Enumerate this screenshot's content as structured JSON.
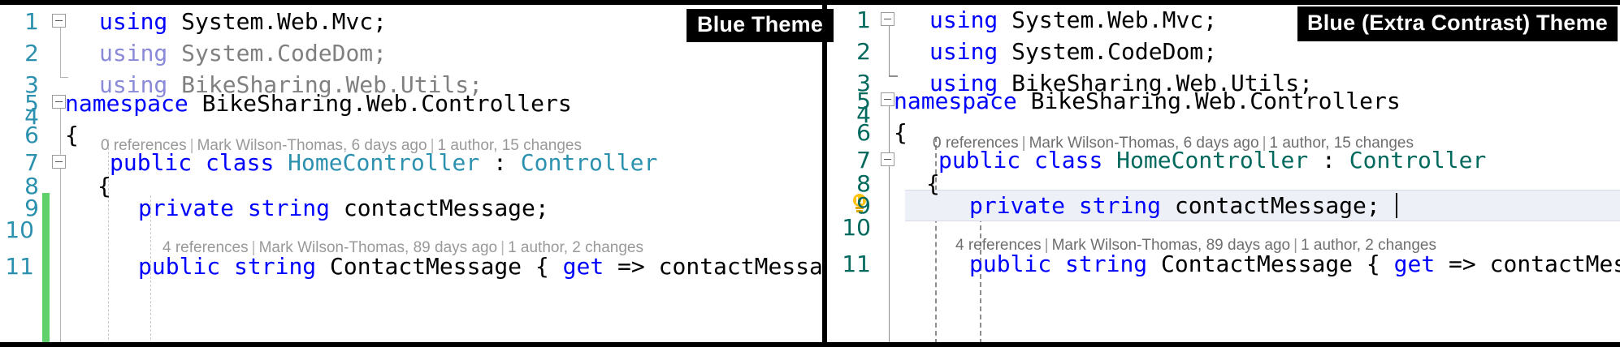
{
  "panels": [
    {
      "id": "blue-theme",
      "label": "Blue Theme",
      "line_number_color": "#2B91AF",
      "type_color": "#2B91AF",
      "keyword_color": "#0000FF",
      "dim_keyword_color": "#8A8AD8",
      "codelens_color": "#999999",
      "change_bar_color": "#60D06A",
      "lines": [
        {
          "num": "1",
          "text": "using System.Web.Mvc;"
        },
        {
          "num": "2",
          "text": "using System.CodeDom;"
        },
        {
          "num": "3",
          "text": "using BikeSharing.Web.Utils;"
        },
        {
          "num": "4",
          "text": ""
        },
        {
          "num": "5",
          "text": "namespace BikeSharing.Web.Controllers"
        },
        {
          "num": "6",
          "text": "{"
        },
        {
          "num": "7",
          "text": "public class HomeController : Controller"
        },
        {
          "num": "8",
          "text": "{"
        },
        {
          "num": "9",
          "text": "private string contactMessage;"
        },
        {
          "num": "10",
          "text": ""
        },
        {
          "num": "11",
          "text": "public string ContactMessage { get => contactMessage"
        }
      ],
      "codelens": [
        {
          "references": "0 references",
          "author": "Mark Wilson-Thomas, 6 days ago",
          "changes": "1 author, 15 changes"
        },
        {
          "references": "4 references",
          "author": "Mark Wilson-Thomas, 89 days ago",
          "changes": "1 author, 2 changes"
        }
      ]
    },
    {
      "id": "blue-extra-contrast-theme",
      "label": "Blue (Extra Contrast) Theme",
      "line_number_color": "#00695E",
      "type_color": "#00695E",
      "keyword_color": "#0000FF",
      "dim_keyword_color": "#0000FF",
      "codelens_color": "#6E6E6E",
      "current_line_highlight": "#EEF0F7",
      "lightbulb_color": "#FFC20E",
      "lines": [
        {
          "num": "1",
          "text": "using System.Web.Mvc;"
        },
        {
          "num": "2",
          "text": "using System.CodeDom;"
        },
        {
          "num": "3",
          "text": "using BikeSharing.Web.Utils;"
        },
        {
          "num": "4",
          "text": ""
        },
        {
          "num": "5",
          "text": "namespace BikeSharing.Web.Controllers"
        },
        {
          "num": "6",
          "text": "{"
        },
        {
          "num": "7",
          "text": "public class HomeController : Controller"
        },
        {
          "num": "8",
          "text": "{"
        },
        {
          "num": "9",
          "text": "private string contactMessage;"
        },
        {
          "num": "10",
          "text": ""
        },
        {
          "num": "11",
          "text": "public string ContactMessage { get => contactMessage"
        }
      ],
      "codelens": [
        {
          "references": "0 references",
          "author": "Mark Wilson-Thomas, 6 days ago",
          "changes": "1 author, 15 changes"
        },
        {
          "references": "4 references",
          "author": "Mark Wilson-Thomas, 89 days ago",
          "changes": "1 author, 2 changes"
        }
      ]
    }
  ],
  "tokens": {
    "using": "using",
    "namespace": "namespace",
    "public": "public",
    "private": "private",
    "class": "class",
    "string": "string",
    "get": "get",
    "brace_open": "{",
    "sep_pipe": "|",
    "sys_web_mvc": " System.Web.Mvc;",
    "sys_codedom": " System.CodeDom;",
    "bikesharing_utils": " BikeSharing.Web.Utils;",
    "ns_name": " BikeSharing.Web.Controllers",
    "home_controller": "HomeController",
    "colon": " : ",
    "controller": "Controller",
    "contact_message_field": " contactMessage;",
    "contact_message_prop": " ContactMessage { ",
    "arrow_expr": " => contactMessage"
  }
}
